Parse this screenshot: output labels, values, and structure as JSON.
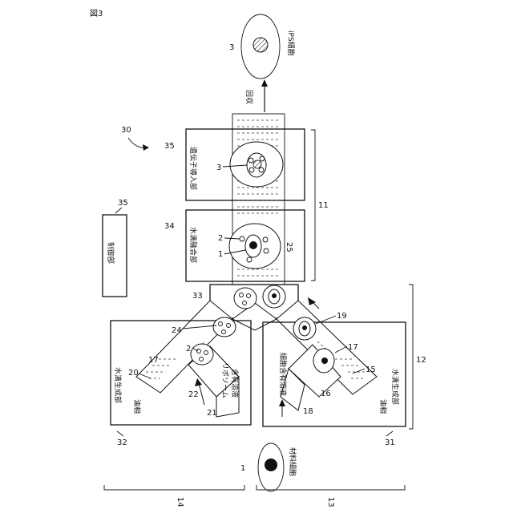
{
  "figure_label": "図3",
  "colors": {
    "ink": "#111111",
    "background": "#ffffff",
    "hatch": "#333333"
  },
  "numerals": {
    "n1": "1",
    "n1b": "1",
    "n2": "2",
    "n2b": "2",
    "n3": "3",
    "n3b": "3",
    "n11": "11",
    "n12": "12",
    "n13": "13",
    "n14": "14",
    "n15": "15",
    "n16": "16",
    "n17a": "17",
    "n17b": "17",
    "n18": "18",
    "n19": "19",
    "n20": "20",
    "n21": "21",
    "n22": "22",
    "n24": "24",
    "n25": "25",
    "n30": "30",
    "n31": "31",
    "n32": "32",
    "n33": "33",
    "n34": "34",
    "n35a": "35",
    "n35b": "35"
  },
  "labels": {
    "ips_cell": "iPS細胞",
    "recovery": "回収",
    "gene_intro": "遺伝子導入部",
    "droplet_fusion": "水滴融合部",
    "control": "制御部",
    "droplet_gen_top": "水滴生成部",
    "droplet_gen_bottom": "水滴生成部",
    "oil_top": "油相",
    "oil_bottom": "油相",
    "liposome_line1": "リポソーム",
    "liposome_line2": "含有溶液",
    "cell_solution": "細胞含有溶液",
    "material_cell": "材料細胞"
  }
}
